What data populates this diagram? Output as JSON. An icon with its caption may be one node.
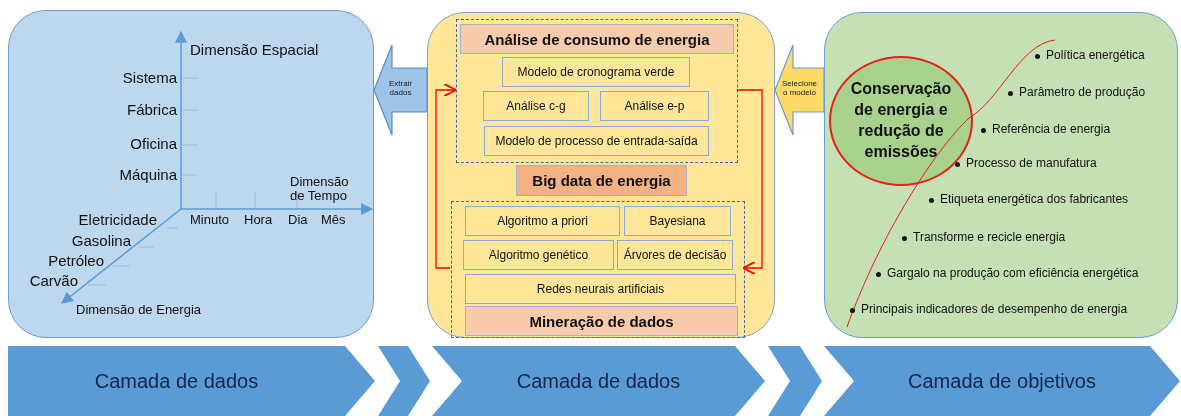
{
  "diagram": {
    "nodes": [
      {
        "text": [],
        "shape": "box"
      },
      {
        "text": [],
        "shape": "box"
      },
      {
        "text": [],
        "shape": "box",
        "in": 1
      },
      {
        "text": [
          "Análise de consumo de energia"
        ],
        "in": 2
      },
      {
        "text": [
          "Modelo de cronograma verde"
        ],
        "in": 2
      },
      {
        "text": [
          "Análise c-g"
        ],
        "in": 2
      },
      {
        "text": [
          "Análise e-p"
        ],
        "in": 2
      },
      {
        "text": [
          "Modelo de processo de entrada-saída"
        ],
        "in": 2
      },
      {
        "text": [
          "Big data de energia"
        ],
        "in": 1
      },
      {
        "text": [],
        "shape": "box",
        "in": 1
      },
      {
        "text": [
          "Algoritmo a priori"
        ],
        "in": 9
      },
      {
        "text": [
          "Bayesiana"
        ],
        "in": 9
      },
      {
        "text": [
          "Algoritmo genético"
        ],
        "in": 9
      },
      {
        "text": [
          "Árvores de decisão"
        ],
        "in": 9
      },
      {
        "text": [
          "Redes neurais artificiais"
        ],
        "in": 9
      },
      {
        "text": [
          "Mineração de dados"
        ],
        "in": 9
      },
      {
        "text": [],
        "shape": "box"
      },
      {
        "text": [
          "Conservação de energia e redução de emissões"
        ],
        "in": 16
      },
      {
        "text": [
          "Camada de dados"
        ]
      },
      {
        "text": [
          "Camada de dados"
        ]
      },
      {
        "text": [
          "Camada de objetivos"
        ]
      }
    ],
    "edges": [
      {
        "from": 1,
        "to": 0,
        "arrow": "to",
        "label": "Extrair dados"
      },
      {
        "from": 16,
        "to": 1,
        "arrow": "to",
        "label": "Selecione o modelo"
      },
      {
        "from": 9,
        "to": 2,
        "arrow": "to",
        "color": "#ff0000"
      },
      {
        "from": 2,
        "to": 9,
        "arrow": "to",
        "color": "#ff0000"
      },
      {
        "from": 18,
        "to": 19,
        "arrow": "to"
      },
      {
        "from": 19,
        "to": 20,
        "arrow": "to"
      }
    ],
    "labels": [
      "Dimensão Espacial",
      "Sistema",
      "Fábrica",
      "Oficina",
      "Máquina",
      "Dimensão de Tempo",
      "Eletricidade",
      "Minuto",
      "Hora",
      "Dia",
      "Mês",
      "Gasolina",
      "Petróleo",
      "Carvão",
      "Dimensão de Energia",
      "Política energética",
      "Parâmetro de produção",
      "Referência de energia",
      "Processo de manufatura",
      "Etiqueta energética dos fabricantes",
      "Transforme e recicle energia",
      "Gargalo na produção com eficiência energética",
      "Principais indicadores de desempenho de energia"
    ]
  }
}
